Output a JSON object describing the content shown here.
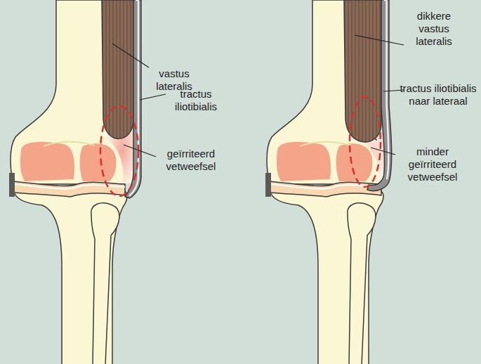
{
  "diagram": {
    "labels": [
      "vastus lateralis",
      "tractus iliotibialis",
      "geïrriteerd vetweefsel",
      "dikkere vastus lateralis",
      "tractus iliotibialis naar lateraal",
      "minder geïrriteerd vetweefsel"
    ]
  }
}
